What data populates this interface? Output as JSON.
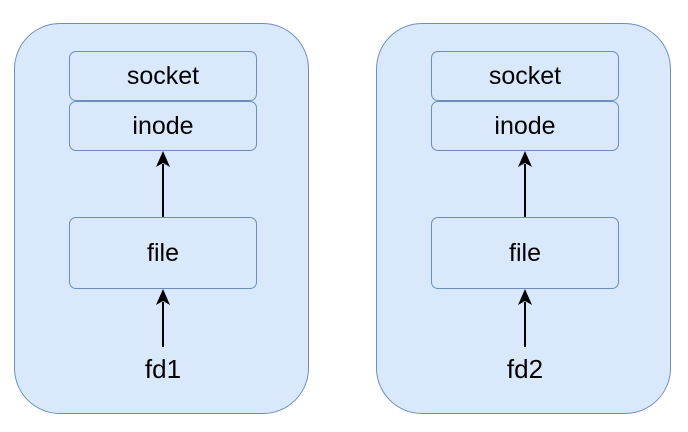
{
  "colors": {
    "fill": "#dae8fc",
    "stroke": "#6c8ebf",
    "text": "#000000"
  },
  "groups": [
    {
      "socket_label": "socket",
      "inode_label": "inode",
      "file_label": "file",
      "fd_label": "fd1"
    },
    {
      "socket_label": "socket",
      "inode_label": "inode",
      "file_label": "file",
      "fd_label": "fd2"
    }
  ]
}
